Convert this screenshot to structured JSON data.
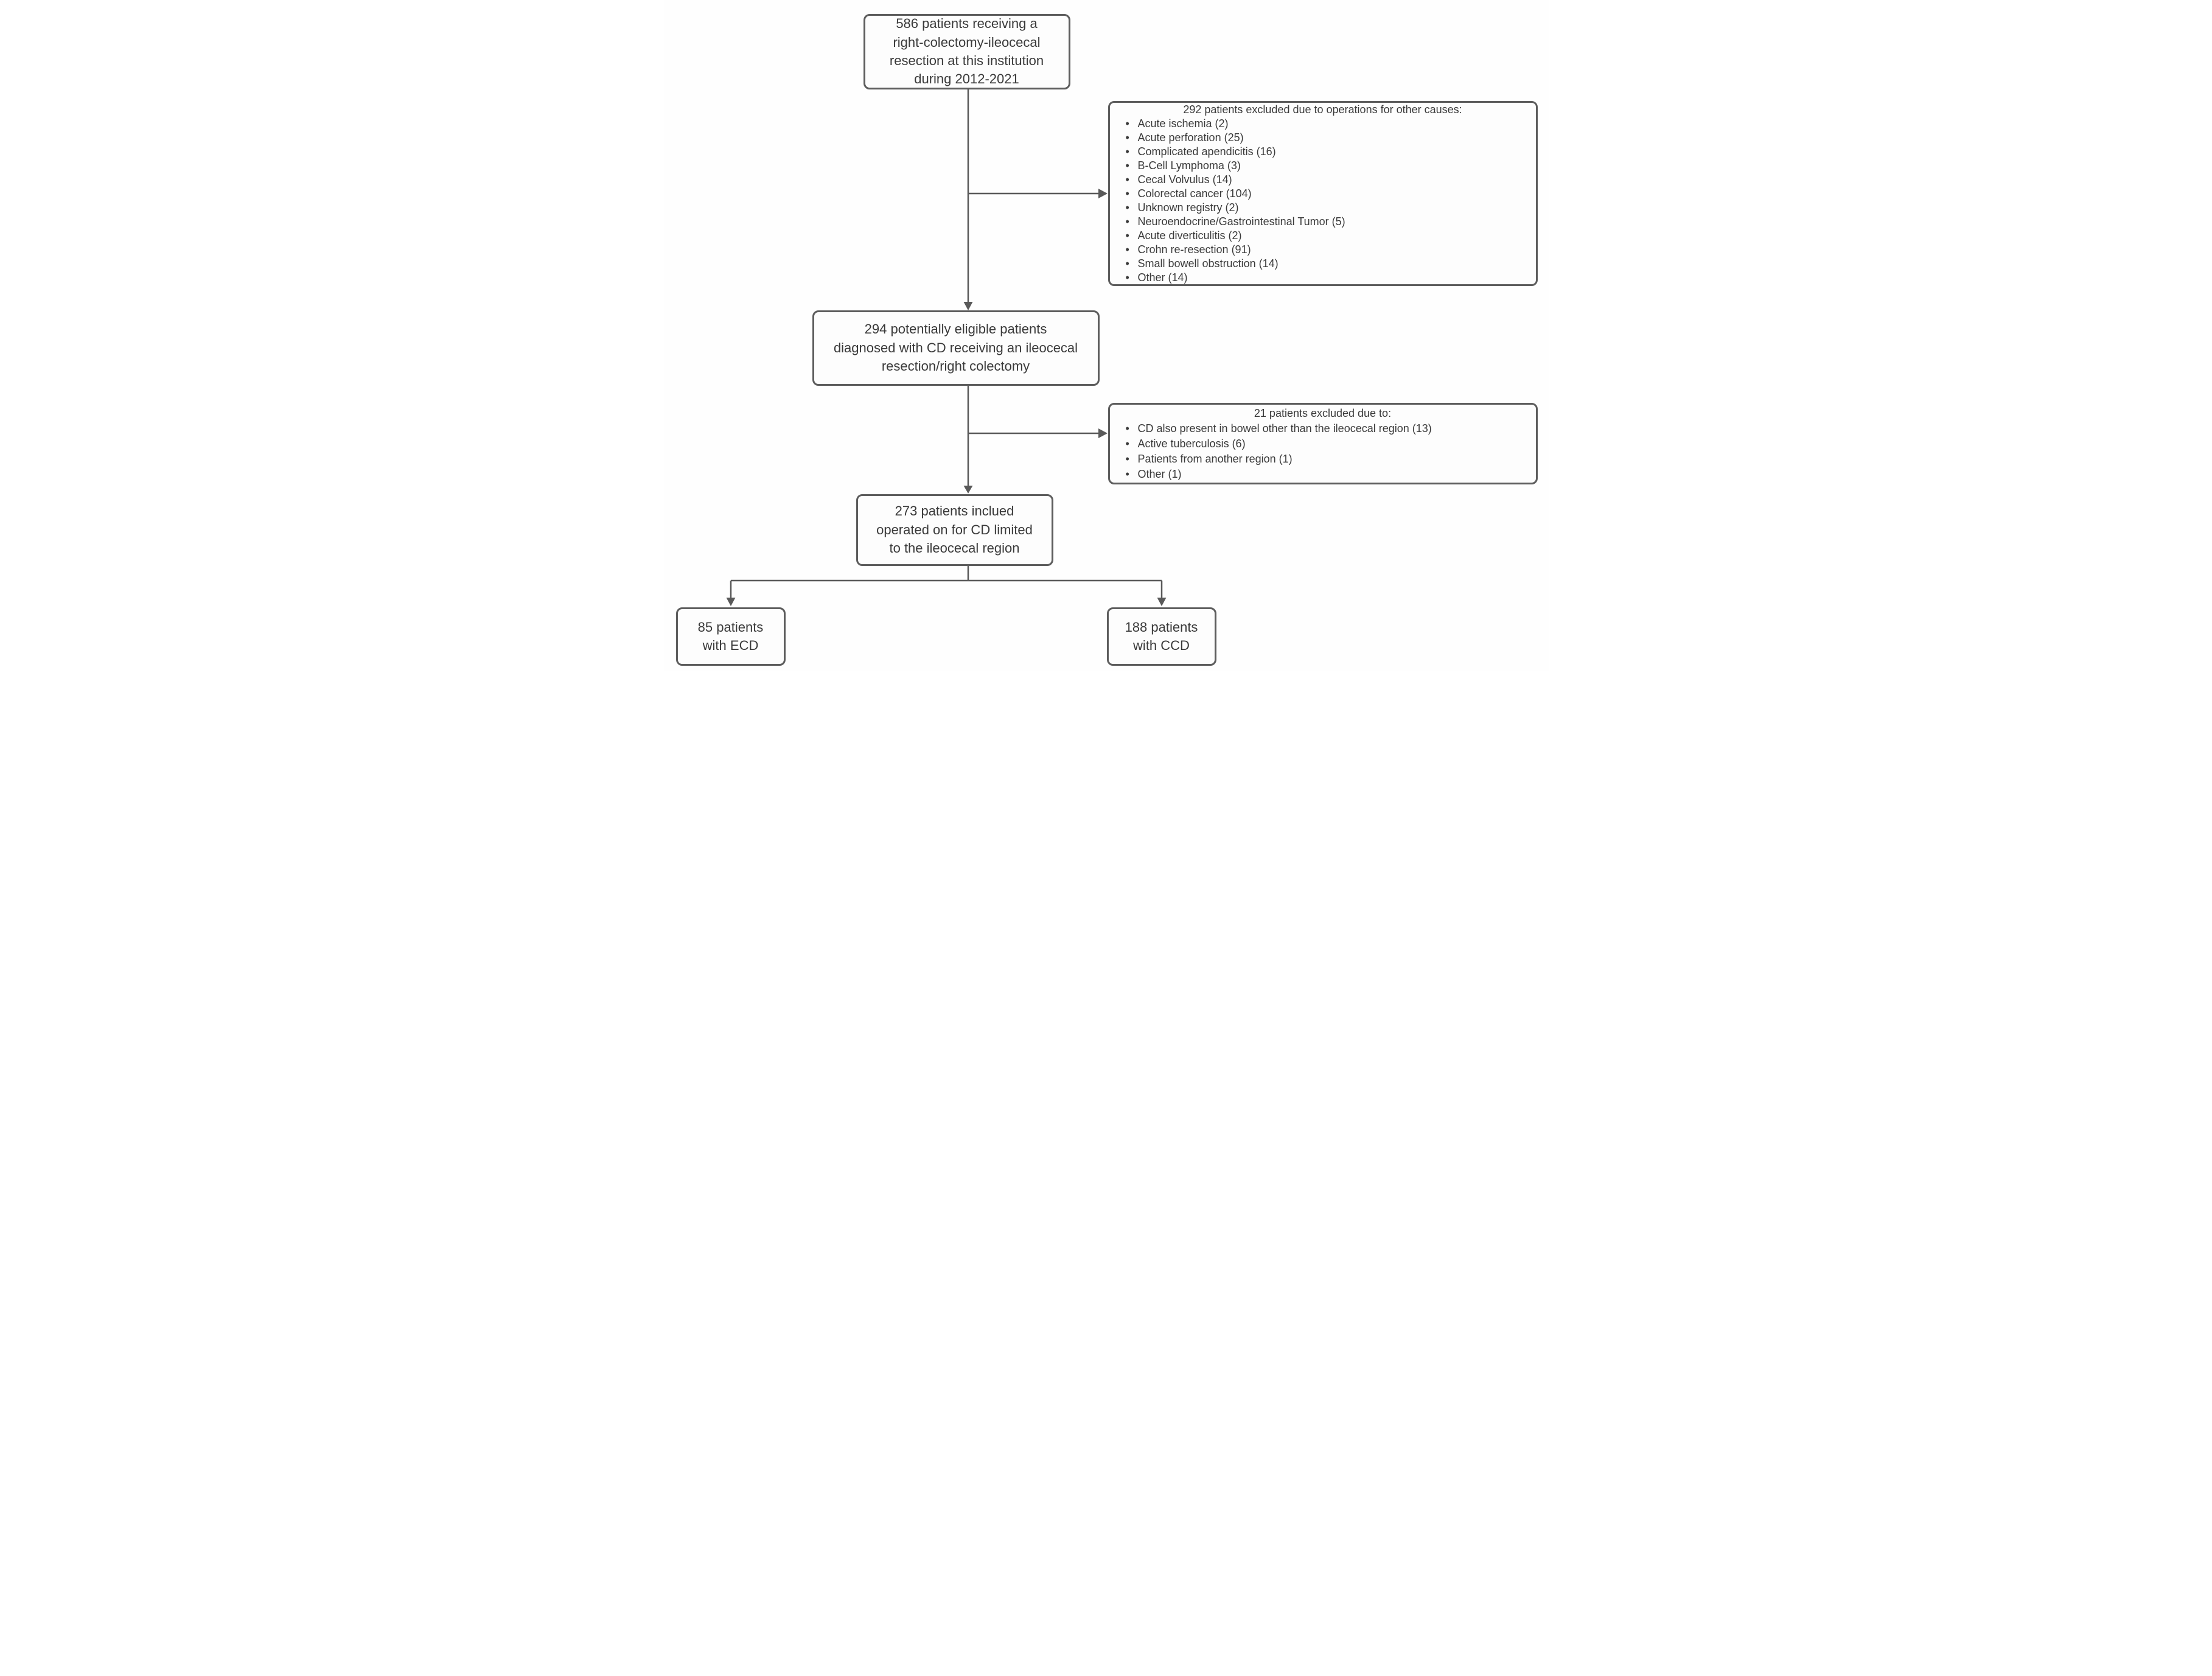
{
  "diagram": {
    "colors": {
      "border": "#5d5d5d",
      "arrow": "#595959",
      "text": "#3a3a3a",
      "background": "#fefefe"
    },
    "nodes": {
      "top": {
        "lines": [
          "586 patients receiving a",
          "right-colectomy-ileocecal",
          "resection at this institution",
          "during 2012-2021"
        ]
      },
      "excl1": {
        "title": "292 patients excluded due to operations for other causes:",
        "items": [
          "Acute ischemia (2)",
          "Acute perforation (25)",
          "Complicated apendicitis (16)",
          "B-Cell Lymphoma (3)",
          "Cecal Volvulus (14)",
          "Colorectal cancer (104)",
          "Unknown registry (2)",
          "Neuroendocrine/Gastrointestinal Tumor (5)",
          "Acute diverticulitis (2)",
          "Crohn re-resection (91)",
          "Small bowell obstruction (14)",
          "Other (14)"
        ]
      },
      "eligible": {
        "lines": [
          "294 potentially eligible patients",
          "diagnosed with CD receiving an ileocecal",
          "resection/right colectomy"
        ]
      },
      "excl2": {
        "title": "21 patients excluded due to:",
        "items": [
          "CD also present in bowel other than the ileocecal region (13)",
          "Active tuberculosis (6)",
          "Patients from another region (1)",
          "Other (1)"
        ]
      },
      "included": {
        "lines": [
          "273 patients inclued",
          "operated on for CD limited",
          "to the ileocecal region"
        ]
      },
      "ecd": {
        "lines": [
          "85 patients",
          "with ECD"
        ]
      },
      "ccd": {
        "lines": [
          "188 patients",
          "with CCD"
        ]
      }
    }
  }
}
